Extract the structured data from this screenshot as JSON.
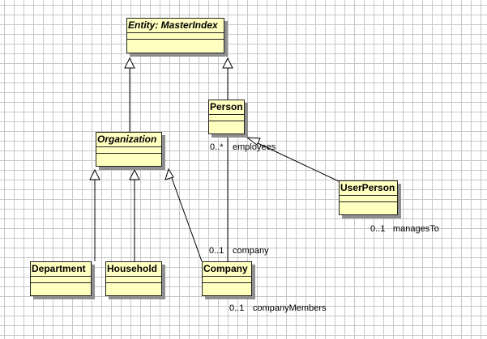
{
  "classes": {
    "master_index": "Entity: MasterIndex",
    "person": "Person",
    "organization": "Organization",
    "user_person": "UserPerson",
    "department": "Department",
    "household": "Household",
    "company": "Company"
  },
  "roles": {
    "employees_mult": "0..*",
    "employees": "employees",
    "company_mult": "0..1",
    "company": "company",
    "manages_to_mult": "0..1",
    "manages_to": "managesTo",
    "company_members_mult": "0..1",
    "company_members": "companyMembers"
  },
  "colors": {
    "class_fill": "#ffffc0",
    "class_border": "#222222",
    "shadow": "#8f8f8f",
    "grid": "#c8c8c8",
    "line": "#000000"
  }
}
